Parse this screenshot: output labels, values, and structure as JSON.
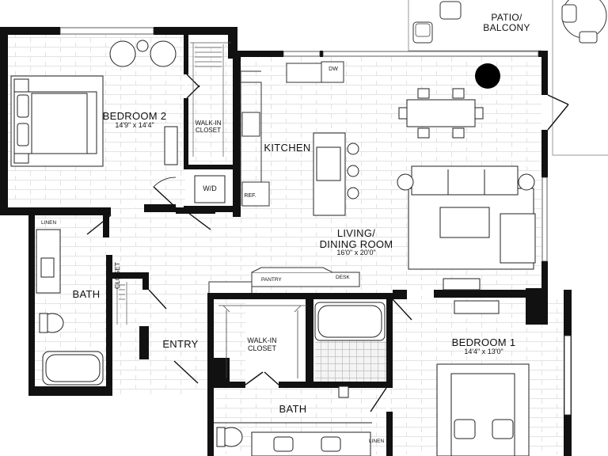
{
  "rooms": {
    "patio": {
      "name": "PATIO/\nBALCONY"
    },
    "bedroom2": {
      "name": "BEDROOM 2",
      "dims": "14'9\" x 14'4\""
    },
    "kitchen": {
      "name": "KITCHEN"
    },
    "living": {
      "name": "LIVING/\nDINING ROOM",
      "dims": "16'0\" x 20'0\""
    },
    "bath_left": {
      "name": "BATH"
    },
    "entry": {
      "name": "ENTRY"
    },
    "bedroom1": {
      "name": "BEDROOM 1",
      "dims": "14'4\" x 13'0\""
    },
    "bath_bottom": {
      "name": "BATH"
    }
  },
  "fixtures": {
    "walkin_top": "WALK-IN\nCLOSET",
    "walkin_mid": "WALK-IN\nCLOSET",
    "closet_entry": "CLOSET",
    "wd": "W/D",
    "ref": "REF.",
    "dw": "DW",
    "pantry": "PANTRY",
    "desk": "DESK",
    "linen_left": "LINEN",
    "linen_right": "LINEN"
  }
}
